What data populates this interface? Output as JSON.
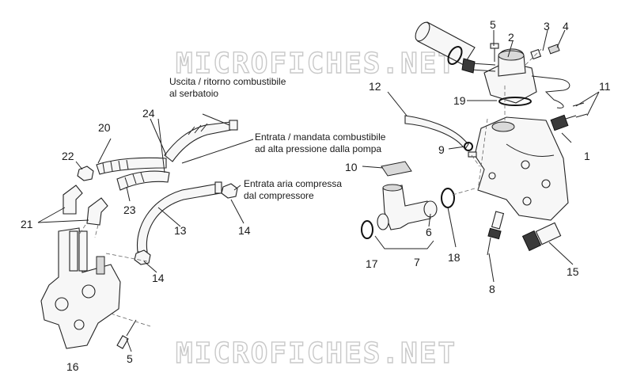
{
  "watermarks": [
    "MICROFICHES.NET",
    "MICROFICHES.NET"
  ],
  "annotations": {
    "fuel_return": [
      "Uscita / ritorno combustibile",
      "al serbatoio"
    ],
    "fuel_inlet": [
      "Entrata / mandata combustibile",
      "ad  alta pressione dalla pompa"
    ],
    "air_inlet": [
      "Entrata aria compressa",
      "dal compressore"
    ]
  },
  "part_numbers": [
    "1",
    "2",
    "3",
    "4",
    "5",
    "5",
    "6",
    "7",
    "8",
    "9",
    "10",
    "11",
    "12",
    "13",
    "14",
    "14",
    "15",
    "16",
    "17",
    "18",
    "19",
    "20",
    "21",
    "22",
    "23",
    "24"
  ]
}
